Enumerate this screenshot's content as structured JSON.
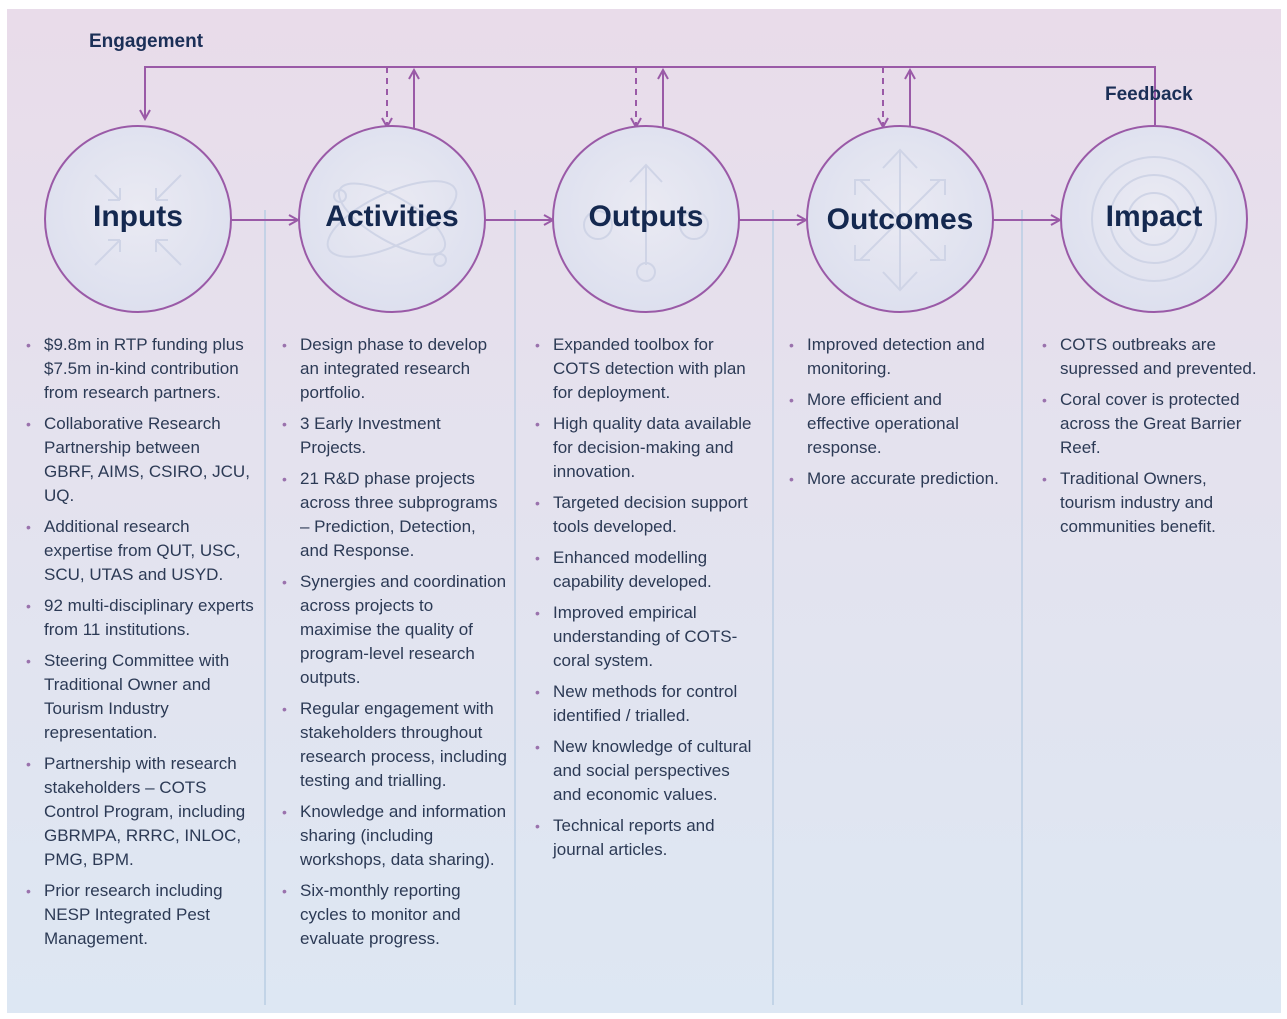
{
  "labels": {
    "engagement": "Engagement",
    "feedback": "Feedback"
  },
  "colors": {
    "line": "#9a5aa7",
    "text": "#14284f",
    "divider": "#b9cde3"
  },
  "stages": [
    {
      "title": "Inputs",
      "icon": "converging-arrows-icon",
      "items": [
        "$9.8m in RTP funding plus $7.5m in-kind contribution from research partners.",
        "Collaborative Research Partnership between GBRF, AIMS, CSIRO, JCU, UQ.",
        "Additional research expertise from QUT, USC, SCU, UTAS and USYD.",
        "92 multi-disciplinary experts from 11 institutions.",
        "Steering Committee with Traditional Owner and Tourism Industry representation.",
        "Partnership with research stakeholders – COTS Control Program, including GBRMPA, RRRC, INLOC, PMG, BPM.",
        "Prior research including NESP Integrated Pest Management."
      ]
    },
    {
      "title": "Activities",
      "icon": "atom-orbit-icon",
      "items": [
        "Design phase to develop an integrated research portfolio.",
        "3 Early Investment Projects.",
        "21 R&D phase projects across three subprograms – Prediction, Detection, and Response.",
        "Synergies and coordination across projects to maximise the quality of program-level research outputs.",
        "Regular engagement with stakeholders throughout research process, including testing and trialling.",
        "Knowledge and information sharing (including workshops, data sharing).",
        "Six-monthly reporting cycles to monitor and evaluate progress."
      ]
    },
    {
      "title": "Outputs",
      "icon": "upward-arrow-icon",
      "items": [
        "Expanded toolbox for COTS detection with plan for deployment.",
        "High quality data available for decision-making and innovation.",
        "Targeted decision support tools developed.",
        "Enhanced modelling capability developed.",
        "Improved empirical understanding of COTS-coral system.",
        "New methods for control identified / trialled.",
        "New knowledge of cultural and social perspectives and economic values.",
        "Technical reports and journal articles."
      ]
    },
    {
      "title": "Outcomes",
      "icon": "expanding-arrows-icon",
      "items": [
        "Improved detection and monitoring.",
        "More efficient and effective operational response.",
        "More accurate prediction."
      ]
    },
    {
      "title": "Impact",
      "icon": "concentric-rings-icon",
      "items": [
        "COTS outbreaks are supressed and prevented.",
        "Coral cover is protected across the Great Barrier Reef.",
        "Traditional Owners, tourism industry and communities benefit."
      ]
    }
  ]
}
